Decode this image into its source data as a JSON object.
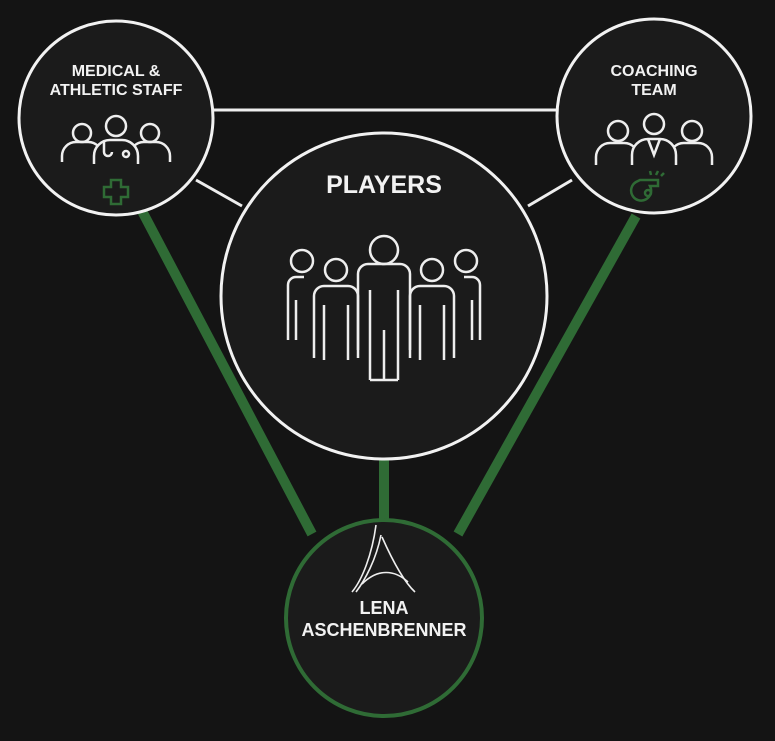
{
  "nodes": {
    "medical": {
      "line1": "MEDICAL &",
      "line2": "ATHLETIC STAFF",
      "badge_icon": "medical-cross-icon"
    },
    "coaching": {
      "line1": "COACHING",
      "line2": "TEAM",
      "badge_icon": "whistle-icon"
    },
    "players": {
      "title": "PLAYERS",
      "icon": "players-group-icon"
    },
    "center": {
      "line1": "LENA",
      "line2": "ASCHENBRENNER",
      "logo": "A"
    }
  },
  "colors": {
    "background": "#141414",
    "accent": "#2f6b35",
    "line": "#f2f2f2"
  }
}
